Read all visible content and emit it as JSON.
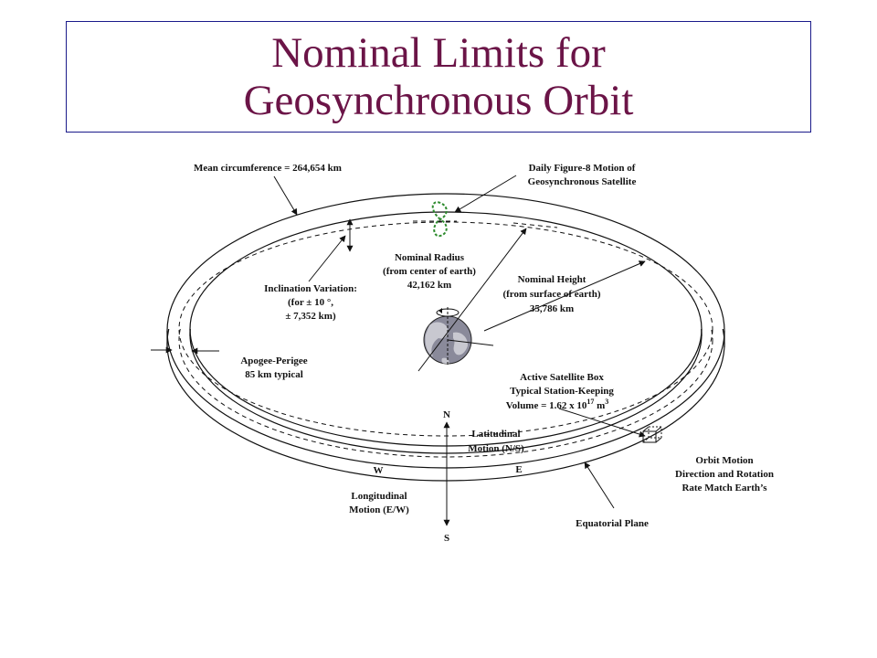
{
  "title": {
    "line1": "Nominal Limits for",
    "line2": "Geosynchronous Orbit"
  },
  "labels": {
    "mean_circumference": "Mean circumference = 264,654 km",
    "figure8_line1": "Daily Figure-8 Motion of",
    "figure8_line2": "Geosynchronous Satellite",
    "radius_line1": "Nominal Radius",
    "radius_line2": "(from center of earth)",
    "radius_line3": "42,162 km",
    "height_line1": "Nominal Height",
    "height_line2": "(from surface of earth)",
    "height_line3": "35,786 km",
    "inclination_line1": "Inclination Variation:",
    "inclination_line2": "(for ± 10 °,",
    "inclination_line3": "± 7,352 km)",
    "apogee_line1": "Apogee-Perigee",
    "apogee_line2": "85 km typical",
    "box_line1": "Active Satellite Box",
    "box_line2": "Typical Station-Keeping",
    "box_line3_a": "Volume = 1.62 x 10",
    "box_line3_exp": "17",
    "box_line3_b": " m",
    "box_line3_exp2": "3",
    "latitudinal_line1": "Latitudinal",
    "latitudinal_line2": "Motion (N/S)",
    "longitudinal_line1": "Longitudinal",
    "longitudinal_line2": "Motion (E/W)",
    "equatorial": "Equatorial Plane",
    "orbit_motion_line1": "Orbit Motion",
    "orbit_motion_line2": "Direction and Rotation",
    "orbit_motion_line3": "Rate Match Earth’s",
    "compass_n": "N",
    "compass_s": "S",
    "compass_e": "E",
    "compass_w": "W"
  },
  "colors": {
    "title": "#6b1447",
    "title_border": "#1a1a8a",
    "figure8": "#2e8b2e",
    "earth_ocean": "#8a8a9a",
    "earth_land": "#c8c8d0"
  }
}
